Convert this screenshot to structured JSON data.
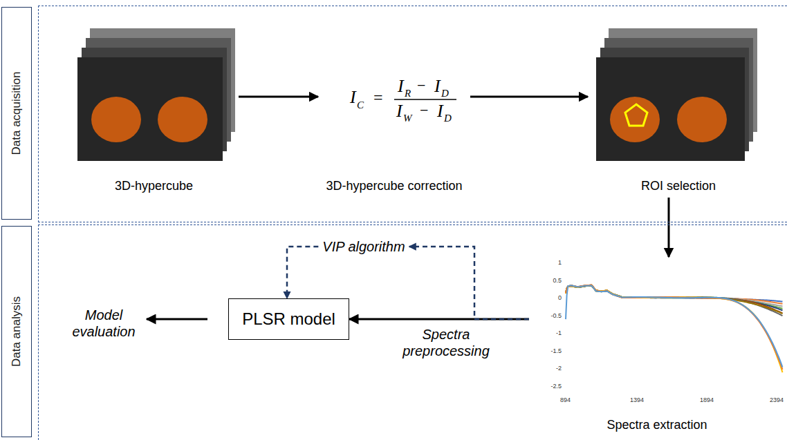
{
  "diagram": {
    "nodes": [
      {
        "text": [
          "Data acquisition"
        ]
      },
      {
        "text": [
          "3D-hypercube"
        ],
        "in": 0
      },
      {
        "text": [
          "3D-hypercube correction"
        ],
        "in": 0
      },
      {
        "text": [
          "ROI selection"
        ],
        "in": 0
      },
      {
        "text": [
          "Data analysis"
        ]
      },
      {
        "text": [
          "Spectra extraction"
        ],
        "in": 4
      },
      {
        "text": [
          "PLSR model"
        ],
        "in": 4
      }
    ],
    "edges": [
      {
        "from": 1,
        "to": 2,
        "arrow": "to"
      },
      {
        "from": 2,
        "to": 3,
        "arrow": "to"
      },
      {
        "from": 3,
        "to": 5,
        "arrow": "to"
      },
      {
        "from": 5,
        "to": 6,
        "label": "Spectra preprocessing",
        "arrow": "to"
      },
      {
        "from": 5,
        "to": 6,
        "label": "VIP algorithm",
        "arrow": "to"
      }
    ],
    "labels": [
      "Model evaluation",
      "1",
      "0.5",
      "0",
      "-0.5",
      "-1",
      "-1.5",
      "-2",
      "-2.5",
      "894",
      "1394",
      "1894",
      "2394",
      "I",
      "C",
      "=",
      "I",
      "R",
      "−",
      "I",
      "D",
      "I",
      "W",
      "−",
      "I",
      "D"
    ]
  }
}
